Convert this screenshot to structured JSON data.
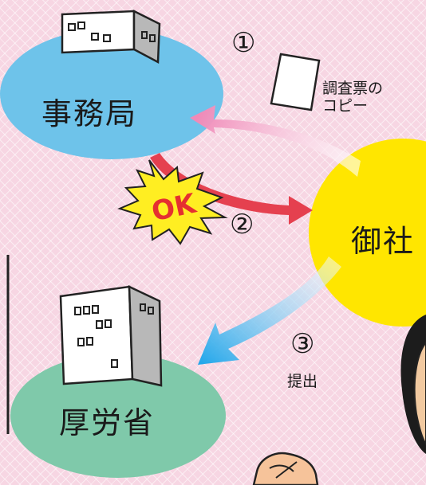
{
  "nodes": {
    "office": "事務局",
    "company": "御社",
    "ministry": "厚労省"
  },
  "steps": [
    {
      "number": "①",
      "label": "調査票の\nコピー"
    },
    {
      "number": "②",
      "label": "OK"
    },
    {
      "number": "③",
      "label": "提出"
    }
  ],
  "colors": {
    "office_ellipse": "#6ec3ea",
    "company_circle": "#ffe600",
    "ministry_ellipse": "#7fc9aa",
    "arrow_pink": "#f090b8",
    "arrow_red": "#e5404f",
    "arrow_blue": "#2aa8e8"
  }
}
